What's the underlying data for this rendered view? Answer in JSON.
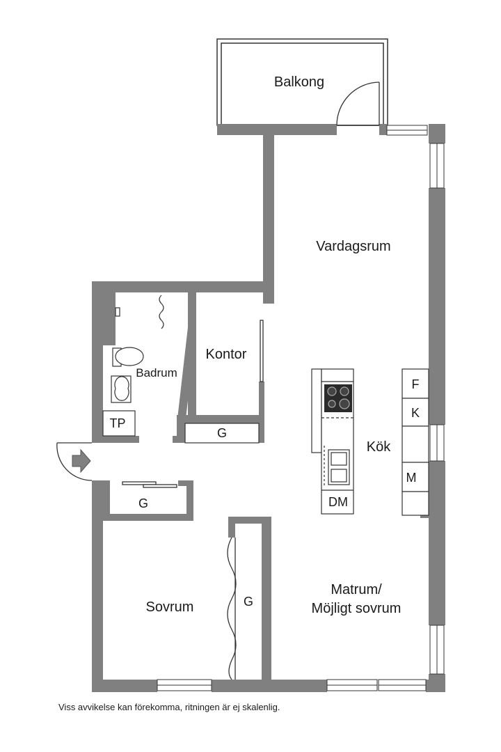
{
  "rooms": {
    "balcony": "Balkong",
    "living_room": "Vardagsrum",
    "bathroom": "Badrum",
    "office": "Kontor",
    "kitchen": "Kök",
    "bedroom": "Sovrum",
    "dining_line1": "Matrum/",
    "dining_line2": "Möjligt sovrum"
  },
  "fixtures": {
    "wardrobe_office": "G",
    "wardrobe_hall": "G",
    "wardrobe_bedroom": "G",
    "laundry": "TP",
    "dishwasher": "DM",
    "fridge": "F",
    "freezer": "K",
    "microwave": "M"
  },
  "disclaimer": "Viss avvikelse kan förekomma, ritningen är ej skalenlig.",
  "colors": {
    "wall": "#808080",
    "line": "#333333",
    "fixture_fill": "#ffffff",
    "stove": "#2b2b2b"
  }
}
